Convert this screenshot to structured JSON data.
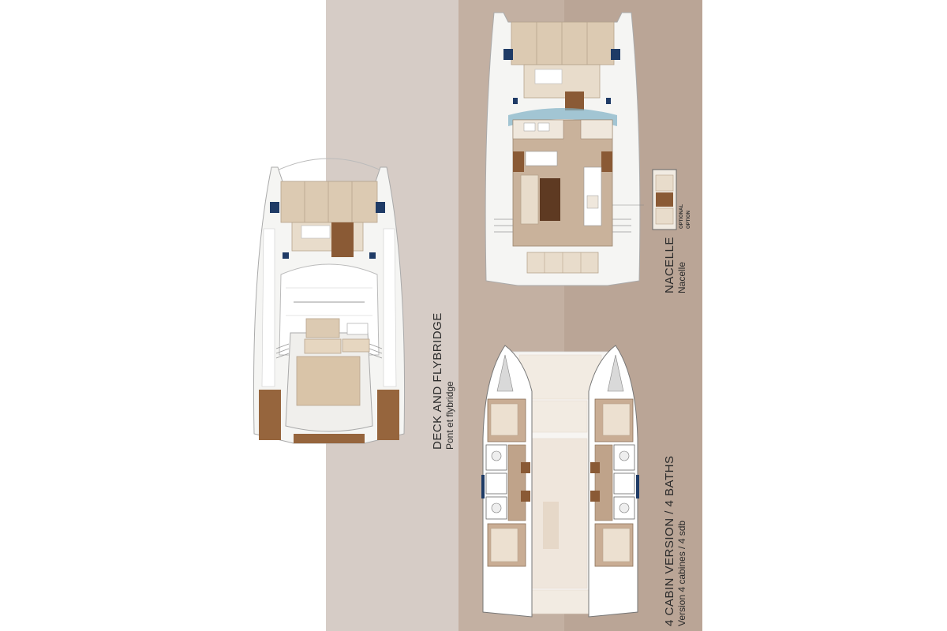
{
  "labels": {
    "deck": {
      "title": "DECK AND FLYBRIDGE",
      "subtitle": "Pont et flybridge"
    },
    "nacelle": {
      "title": "NACELLE",
      "subtitle": "Nacelle",
      "optional_en": "OPTIONAL",
      "optional_fr": "OPTION"
    },
    "cabins": {
      "title": "4 CABIN VERSION / 4 BATHS",
      "subtitle": "Version 4 cabines / 4 sdb"
    }
  },
  "colors": {
    "panel_left": "#d6ccc6",
    "panel_mid": "#c3b0a2",
    "panel_right": "#baa596",
    "hull": "#f4f4f2",
    "cushion": "#d9c8b0",
    "wood": "#8a5a35",
    "glass": "#7fb0c4"
  }
}
